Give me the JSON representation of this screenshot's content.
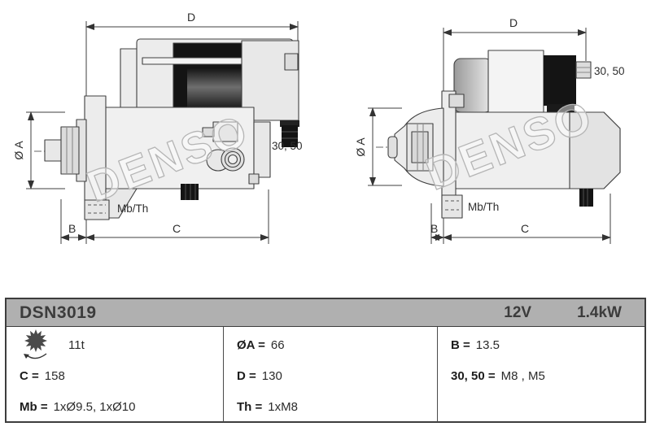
{
  "product": {
    "code": "DSN3019",
    "voltage": "12V",
    "power": "1.4kW"
  },
  "diagram": {
    "labels": {
      "d": "D",
      "dia": "Ø A",
      "b": "B",
      "c": "C",
      "mbth": "Mb/Th",
      "t3050": "30, 50",
      "watermark": "DENSO"
    }
  },
  "table": {
    "col1": {
      "rows": [
        {
          "icon": "pinion-gear",
          "label": "",
          "value": "11t"
        },
        {
          "label": "C =",
          "value": "158"
        },
        {
          "label": "Mb =",
          "value": "1xØ9.5, 1xØ10"
        }
      ]
    },
    "col2": {
      "rows": [
        {
          "label": "ØA =",
          "value": "66"
        },
        {
          "label": "D =",
          "value": "130"
        },
        {
          "label": "Th =",
          "value": "1xM8"
        }
      ]
    },
    "col3": {
      "rows": [
        {
          "label": "B =",
          "value": "13.5"
        },
        {
          "label": "30, 50 =",
          "value": "M8 , M5"
        }
      ]
    }
  },
  "colors": {
    "header_bg": "#b0b0b0",
    "header_text": "#3c3c3c",
    "outline": "#3f3f3f",
    "black_part": "#141414",
    "body_fill": "#efefef"
  }
}
